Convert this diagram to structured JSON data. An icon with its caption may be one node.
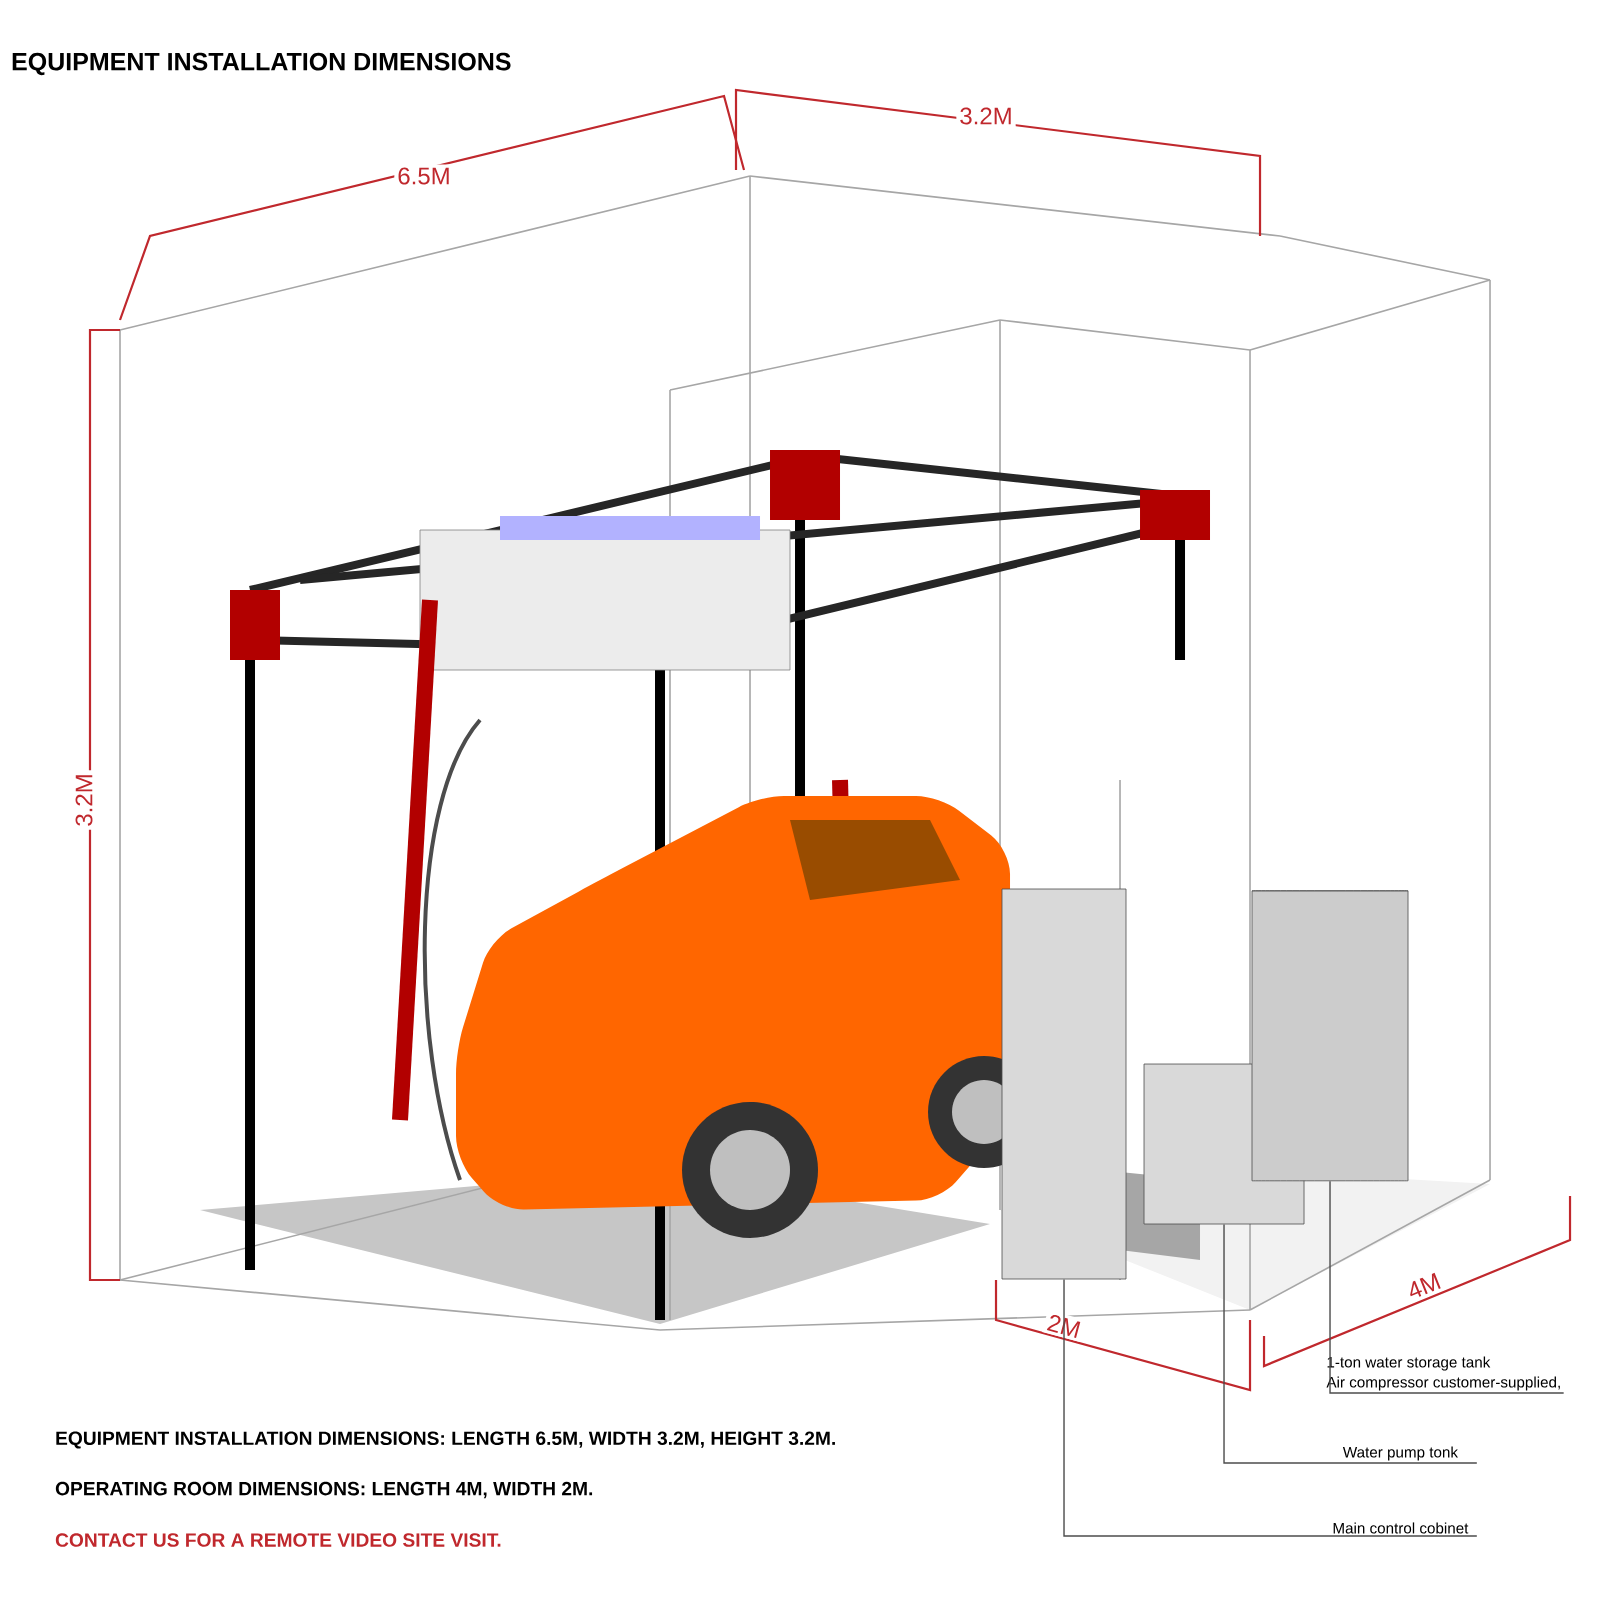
{
  "diagram": {
    "title": "EQUIPMENT INSTALLATION DIMENSIONS",
    "nodes": [
      {
        "text": [
          "1-ton water storage tank",
          "Air compressor customer-supplied,"
        ]
      },
      {
        "text": [
          "Water pump tonk"
        ]
      },
      {
        "text": [
          "Main control cobinet"
        ]
      },
      {
        "text": [],
        "shape": "box"
      },
      {
        "text": [],
        "shape": "box"
      },
      {
        "text": [],
        "shape": "cylinder"
      }
    ],
    "edges": [
      {
        "from": 0,
        "to": 5,
        "arrow": "none"
      },
      {
        "from": 1,
        "to": 4,
        "arrow": "none"
      },
      {
        "from": 2,
        "to": 3,
        "arrow": "none"
      }
    ],
    "labels": [
      "6.5M",
      "3.2M",
      "3.2M",
      "2M",
      "4M",
      "EQUIPMENT INSTALLATION DIMENSIONS: LENGTH 6.5M, WIDTH 3.2M, HEIGHT 3.2M.",
      "OPERATING ROOM DIMENSIONS: LENGTH 4M, WIDTH 2M.",
      "CONTACT US FOR A REMOTE VIDEO SITE VISIT."
    ]
  }
}
